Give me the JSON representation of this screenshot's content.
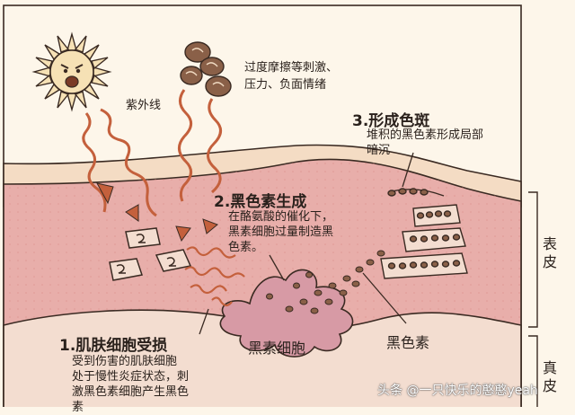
{
  "labels": {
    "uv": "紫外线",
    "triggers": "过度摩擦等刺激、\n压力、负面情绪",
    "step3_title": "3.形成色斑",
    "step3_desc": "堆积的黑色素形成局部\n暗沉",
    "step2_title": "2.黑色素生成",
    "step2_desc": "在酪氨酸的催化下，\n黑素细胞过量制造黑\n色素。",
    "step1_title": "1.肌肤细胞受损",
    "step1_desc": "受到伤害的肌肤细胞\n处于慢性炎症状态，刺\n激黑色素细胞产生黑色\n素",
    "melanocyte": "黑素细胞",
    "melanin": "黑色素",
    "epidermis": "表\n皮",
    "dermis": "真\n皮",
    "watermark": "头条 @一只快乐的憨憨yeah"
  },
  "colors": {
    "background": "#fdf6ea",
    "surface_skin": "#f4dcc4",
    "epidermis": "#e8aeaa",
    "lower_layer": "#f3ddd0",
    "melanocyte": "#d79aa5",
    "melanin_dot": "#8a6048",
    "uv_arrow": "#c4603c",
    "triggers_arrow": "#c4603c"
  },
  "icons": [
    "sun-face-icon",
    "stress-ball-icon",
    "damaged-cell-icon",
    "melanin-dot-icon"
  ]
}
